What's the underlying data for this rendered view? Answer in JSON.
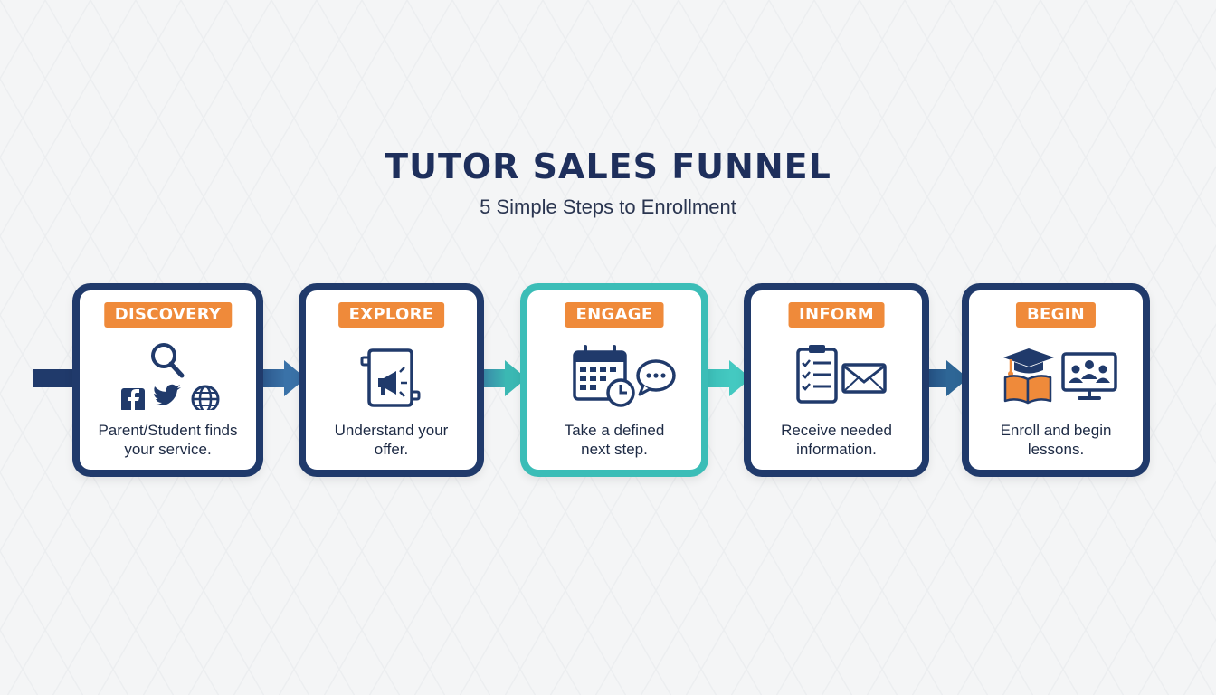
{
  "header": {
    "title": "TUTOR SALES FUNNEL",
    "subtitle": "5 Simple Steps to Enrollment"
  },
  "colors": {
    "navy": "#203a6b",
    "teal": "#3bbdb7",
    "orange": "#ef8a3a",
    "blue_arrow": "#2a5a8a",
    "background": "#f4f5f6"
  },
  "steps": [
    {
      "label": "DISCOVERY",
      "description_line1": "Parent/Student finds",
      "description_line2": "your service.",
      "icons": [
        "magnifier-icon",
        "facebook-icon",
        "twitter-icon",
        "globe-icon"
      ]
    },
    {
      "label": "EXPLORE",
      "description_line1": "Understand your",
      "description_line2": "offer.",
      "icons": [
        "megaphone-scroll-icon"
      ]
    },
    {
      "label": "ENGAGE",
      "description_line1": "Take a defined",
      "description_line2": "next step.",
      "icons": [
        "calendar-clock-icon",
        "chat-bubble-icon"
      ]
    },
    {
      "label": "INFORM",
      "description_line1": "Receive needed",
      "description_line2": "information.",
      "icons": [
        "clipboard-checklist-icon",
        "envelope-icon"
      ]
    },
    {
      "label": "BEGIN",
      "description_line1": "Enroll and begin",
      "description_line2": "lessons.",
      "icons": [
        "graduation-book-icon",
        "video-class-icon"
      ]
    }
  ]
}
